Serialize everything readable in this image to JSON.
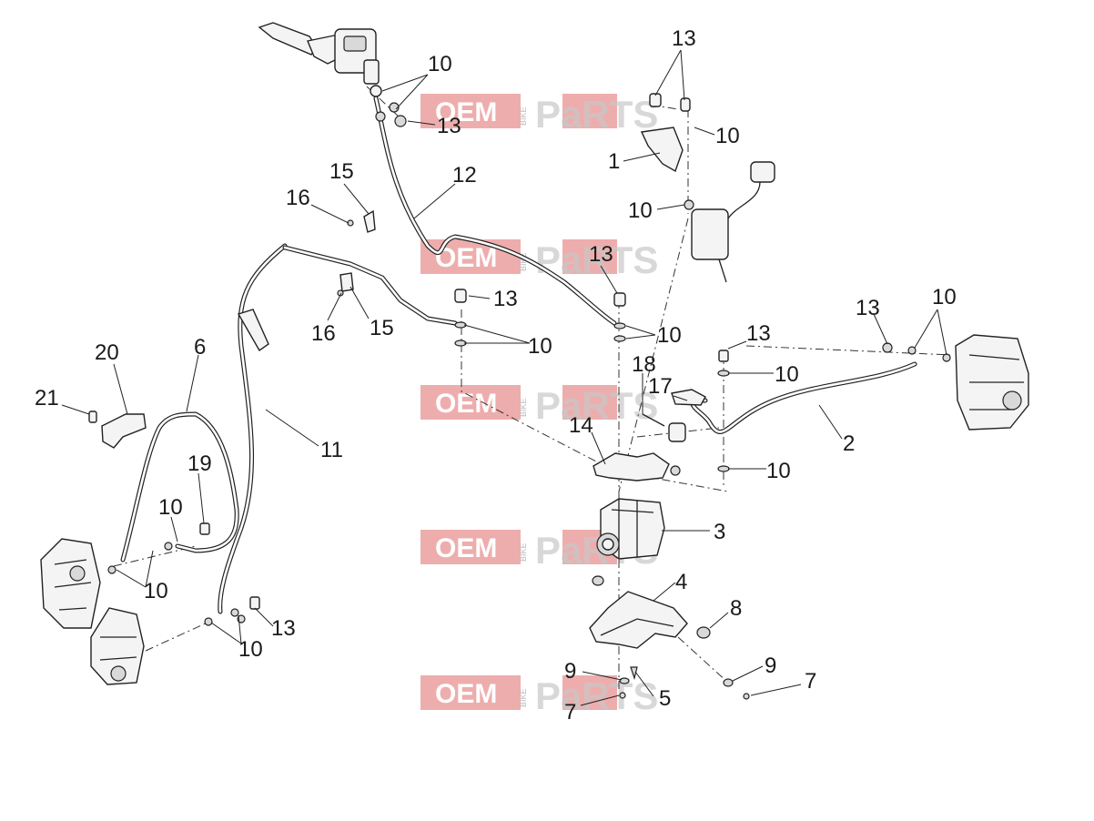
{
  "watermark": {
    "brand": "OEM",
    "small": "BIKE",
    "parts": "PaRTS",
    "color": "#e06a6a"
  },
  "callouts": {
    "c13_top": "13",
    "c10_top": "10",
    "c13_mc": "13",
    "c10_mc": "10",
    "c1": "1",
    "c12": "12",
    "c15_a": "15",
    "c16_a": "16",
    "c10_rmc": "10",
    "c13_mid": "13",
    "c13_left": "13",
    "c10_mid": "10",
    "c10_left": "10",
    "c16_b": "16",
    "c15_b": "15",
    "c13_rcal": "13",
    "c10_rcal": "10",
    "c13_r2": "13",
    "c10_r2": "10",
    "c20": "20",
    "c6": "6",
    "c21": "21",
    "c11": "11",
    "c18": "18",
    "c17": "17",
    "c2": "2",
    "c14": "14",
    "c10_r3": "10",
    "c19": "19",
    "c10_l1": "10",
    "c3": "3",
    "c10_l2": "10",
    "c4": "4",
    "c8": "8",
    "c13_l": "13",
    "c10_l3": "10",
    "c9_a": "9",
    "c9_b": "9",
    "c7_b": "7",
    "c5": "5",
    "c7_a": "7"
  }
}
